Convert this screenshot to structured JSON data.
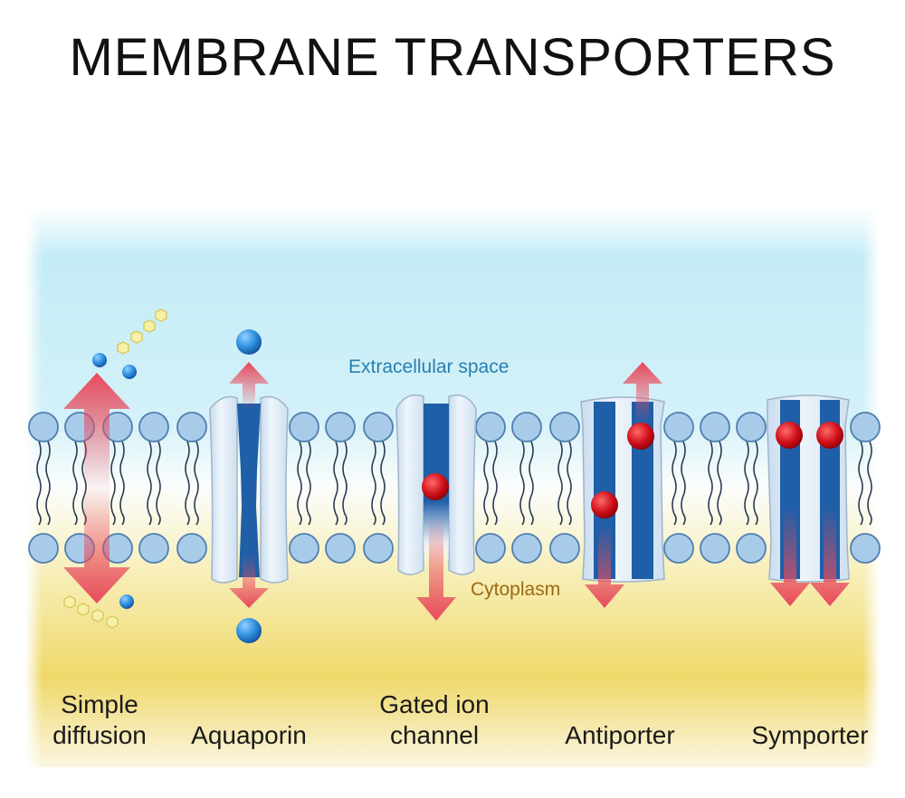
{
  "title": "MEMBRANE TRANSPORTERS",
  "regions": {
    "extracellular": "Extracellular space",
    "cytoplasm": "Cytoplasm"
  },
  "transporters": [
    {
      "line1": "Simple",
      "line2": "diffusion"
    },
    {
      "line1": "",
      "line2": "Aquaporin"
    },
    {
      "line1": "Gated ion",
      "line2": "channel"
    },
    {
      "line1": "",
      "line2": "Antiporter"
    },
    {
      "line1": "",
      "line2": "Symporter"
    }
  ],
  "colors": {
    "extracellular": "#c4ecf6",
    "cytoplasm": "#f0da70",
    "lipid_head": "#a9cbea",
    "protein": "#e2eef8",
    "channel": "#1f5fa8",
    "ion": "#d0101a",
    "arrow": "#e84a5c",
    "molecule": "#2f8fe0",
    "sugar": "#f4ee9a"
  }
}
